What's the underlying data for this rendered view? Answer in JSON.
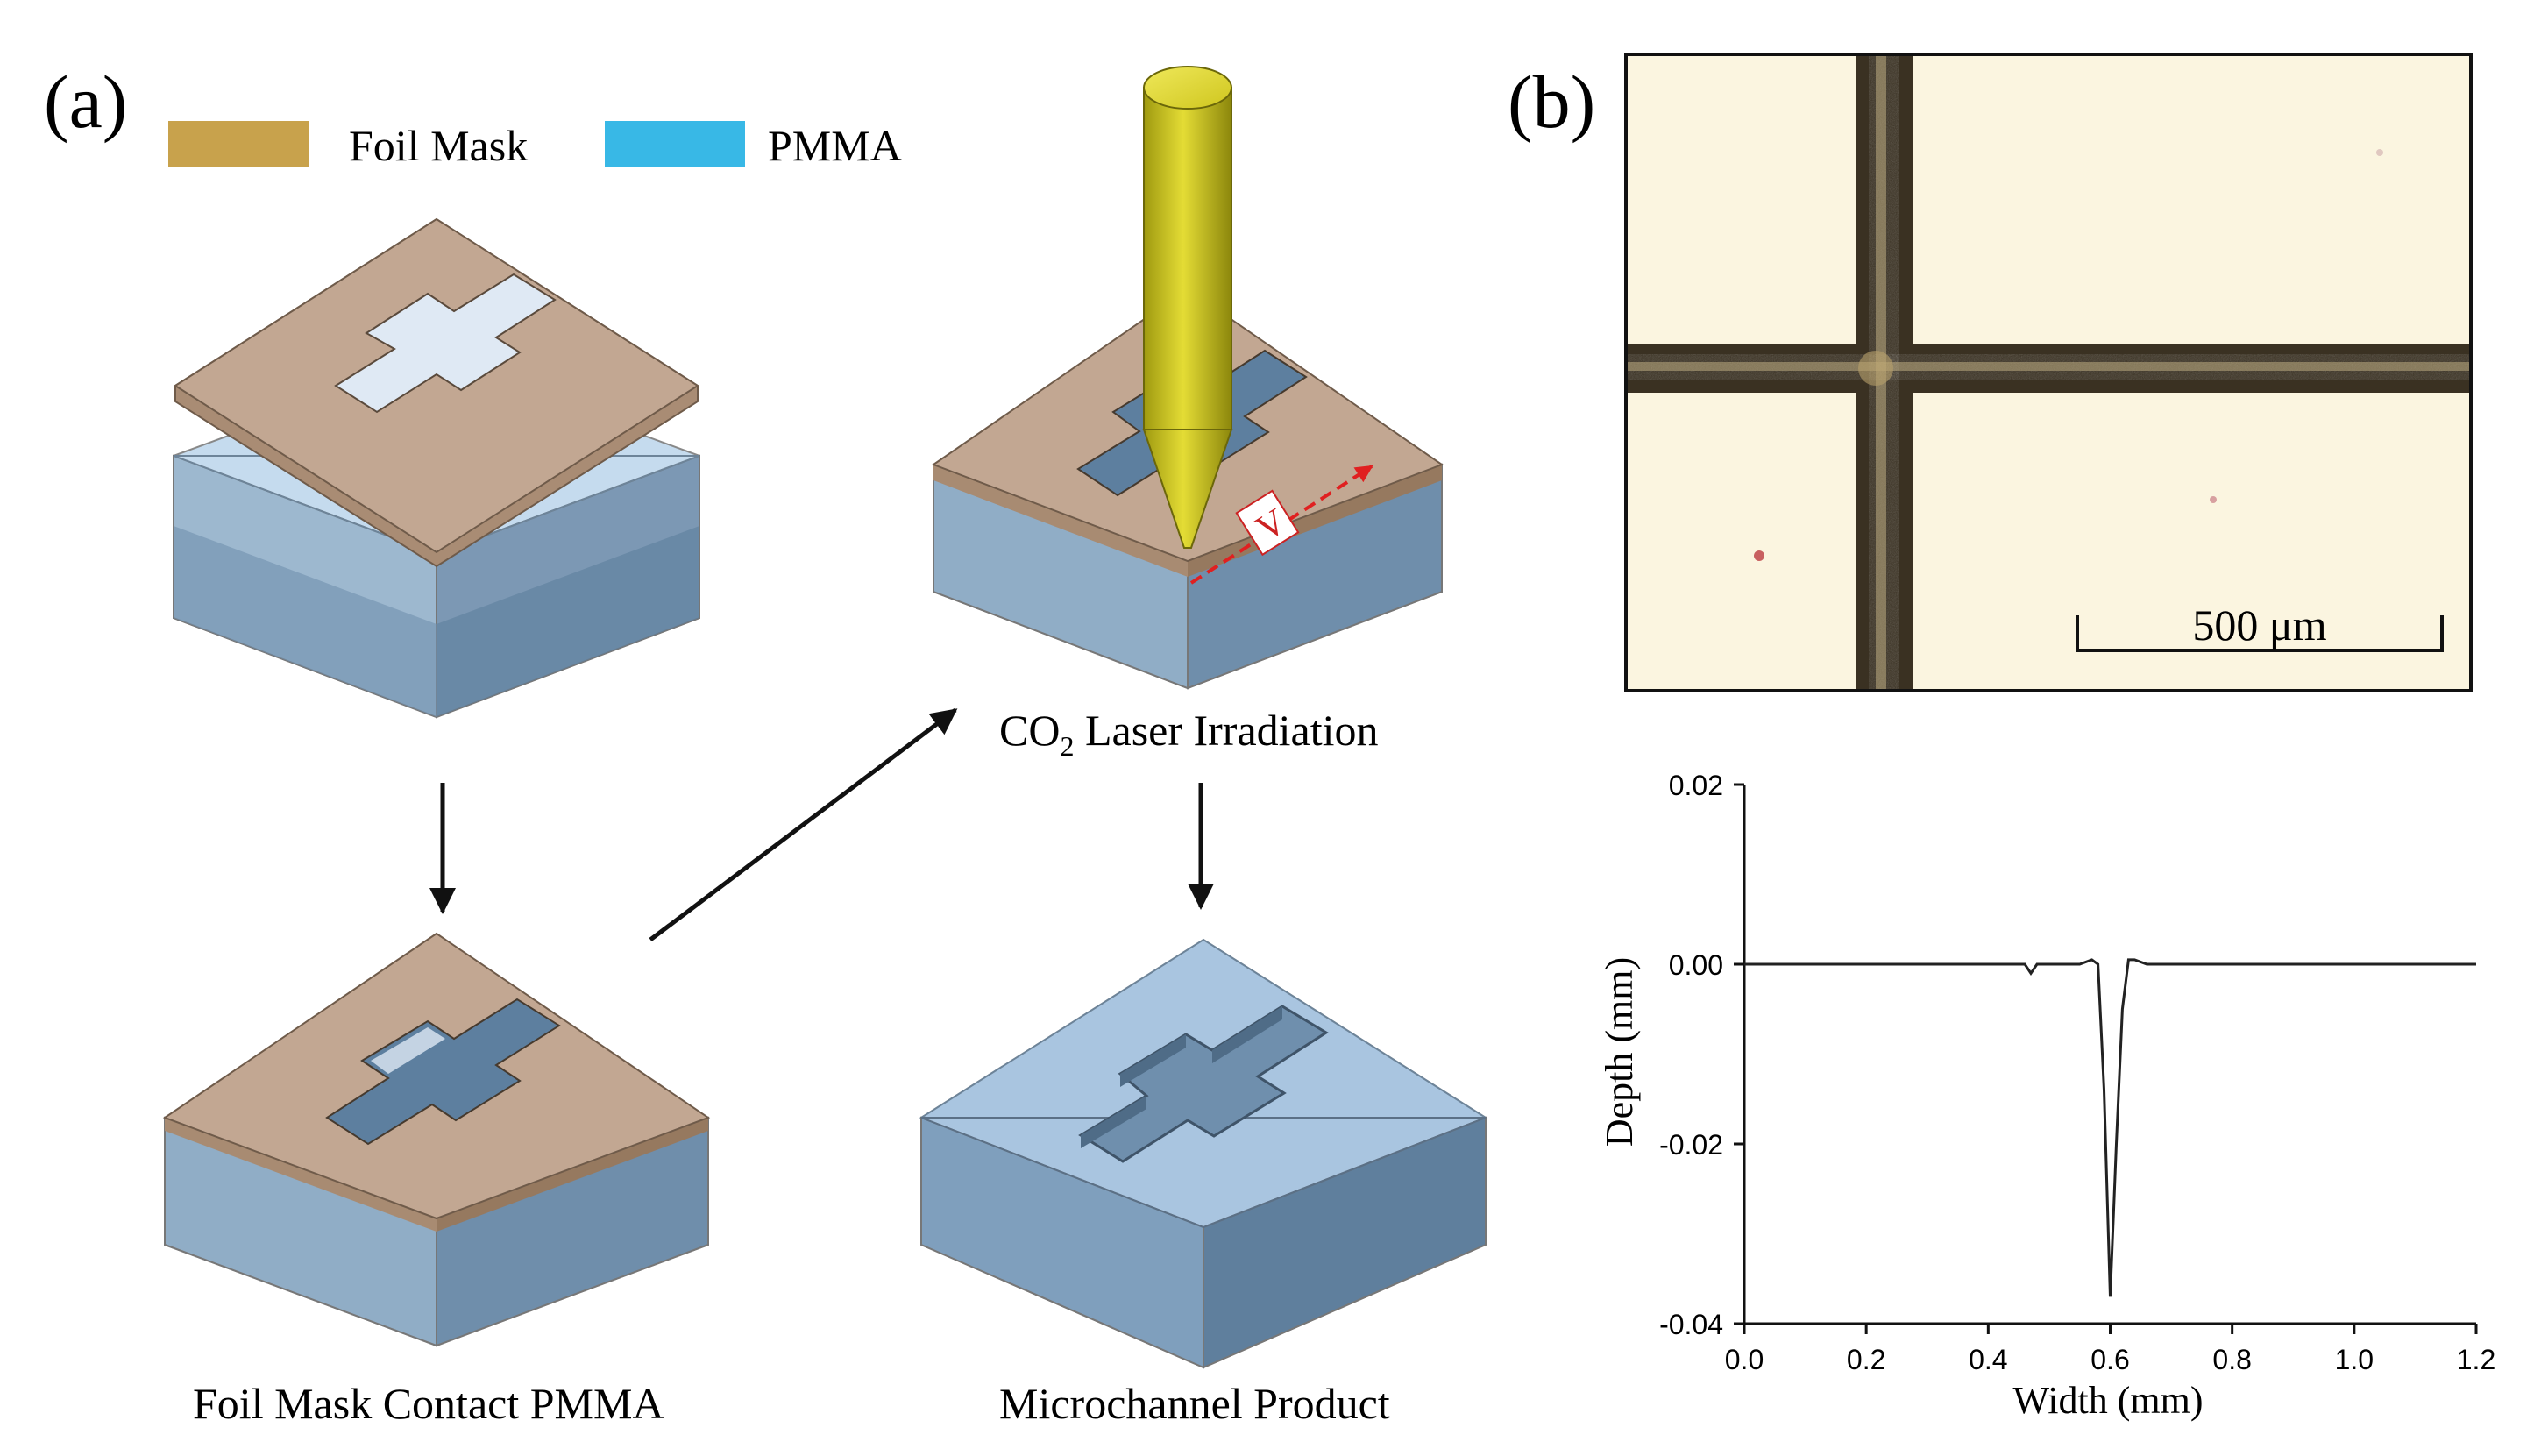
{
  "panel_a": {
    "label": "(a)",
    "legend": [
      {
        "label": "Foil Mask",
        "color": "#c8a24c"
      },
      {
        "label": "PMMA",
        "color": "#38b8e6"
      }
    ],
    "steps": [
      {
        "caption": "Foil Mask Contact PMMA"
      },
      {
        "caption_main": "CO",
        "caption_sub": "2",
        "caption_rest": " Laser Irradiation"
      },
      {
        "caption": "Microchannel Product"
      }
    ],
    "velocity_symbol": "V"
  },
  "panel_b": {
    "label": "(b)",
    "scale_bar_label": "500 μm"
  },
  "colors": {
    "foil": "#bfa58e",
    "foil_side": "#a88b72",
    "pmma_top": "#b9d3ea",
    "pmma_side": "#8aa9c6",
    "pmma_dark": "#5f7f9d",
    "laser": "#d6cd1e",
    "micrograph_bg": "#fbf5e0",
    "channel": "#3a3122"
  },
  "chart_data": {
    "type": "line",
    "xlabel": "Width (mm)",
    "ylabel": "Depth (mm)",
    "xlim": [
      0.0,
      1.2
    ],
    "ylim": [
      -0.04,
      0.02
    ],
    "xticks": [
      "0.0",
      "0.2",
      "0.4",
      "0.6",
      "0.8",
      "1.0",
      "1.2"
    ],
    "yticks": [
      "0.02",
      "0.00",
      "-0.02",
      "-0.04"
    ],
    "xtick_values": [
      0.0,
      0.2,
      0.4,
      0.6,
      0.8,
      1.0,
      1.2
    ],
    "ytick_values": [
      0.02,
      0.0,
      -0.02,
      -0.04
    ],
    "series": [
      {
        "x": [
          0.0,
          0.1,
          0.2,
          0.3,
          0.4,
          0.46,
          0.47,
          0.48,
          0.5,
          0.55,
          0.57,
          0.58,
          0.59,
          0.6,
          0.61,
          0.62,
          0.63,
          0.64,
          0.66,
          0.7,
          0.8,
          0.9,
          1.0,
          1.1,
          1.2
        ],
        "y": [
          0.0,
          0.0,
          0.0,
          0.0,
          0.0,
          0.0,
          -0.001,
          0.0,
          0.0,
          0.0,
          0.0005,
          0.0,
          -0.014,
          -0.037,
          -0.02,
          -0.005,
          0.0005,
          0.0005,
          0.0,
          0.0,
          0.0,
          0.0,
          0.0,
          0.0,
          0.0
        ]
      }
    ]
  }
}
